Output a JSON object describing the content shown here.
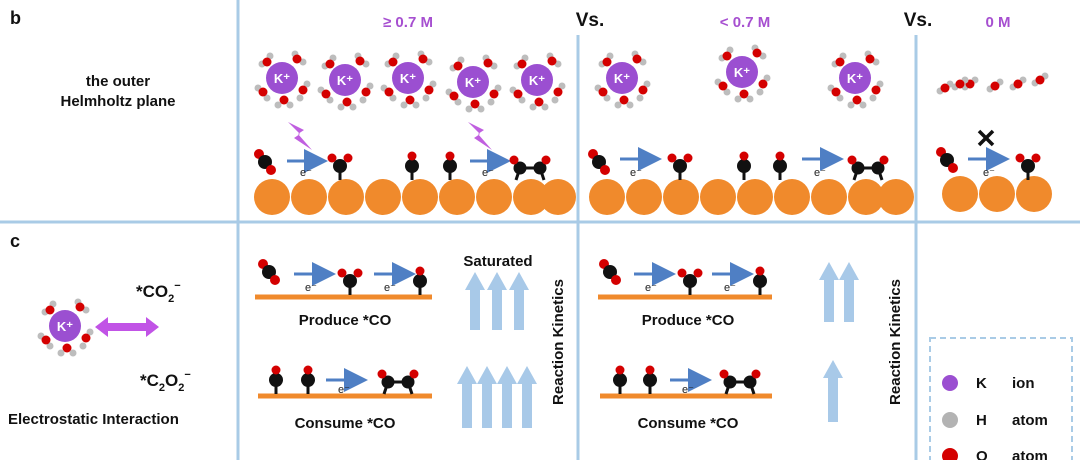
{
  "panel_b": {
    "label": "b",
    "row_label_line1": "the outer",
    "row_label_line2": "Helmholtz plane",
    "conc_high": "≥ 0.7 M",
    "conc_mid": "< 0.7 M",
    "conc_zero": "0 M",
    "vs_1": "Vs.",
    "vs_2": "Vs.",
    "ion_label": "K⁺",
    "electron": "e⁻"
  },
  "panel_c": {
    "label": "c",
    "ion_label": "K⁺",
    "species_1": "*CO",
    "species_1_sub": "2",
    "species_1_sup": "−",
    "species_2_pre": "*C",
    "species_2_sub1": "2",
    "species_2_mid": "O",
    "species_2_sub2": "2",
    "species_2_sup": "−",
    "interaction": "Electrostatic Interaction",
    "saturated": "Saturated",
    "produce": "Produce *CO",
    "consume": "Consume *CO",
    "kinetics": "Reaction Kinetics",
    "electron": "e⁻"
  },
  "legend": {
    "items": [
      {
        "symbol": "K",
        "text": "ion",
        "color": "#9b4fd1"
      },
      {
        "symbol": "H",
        "text": "atom",
        "color": "#b3b3b3"
      },
      {
        "symbol": "O",
        "text": "atom",
        "color": "#d40000"
      }
    ]
  },
  "colors": {
    "grid": "#a9cbe6",
    "copper": "#f08a2c",
    "potassium": "#9b4fd1",
    "oxygen": "#d40000",
    "hydrogen": "#bdbdbd",
    "carbon": "#111111",
    "arrow_blue": "#4f7fc4",
    "kinetic_arrow": "#a8c9e8",
    "lightning": "#c05fe0",
    "interaction_arrow": "#c153e6"
  }
}
